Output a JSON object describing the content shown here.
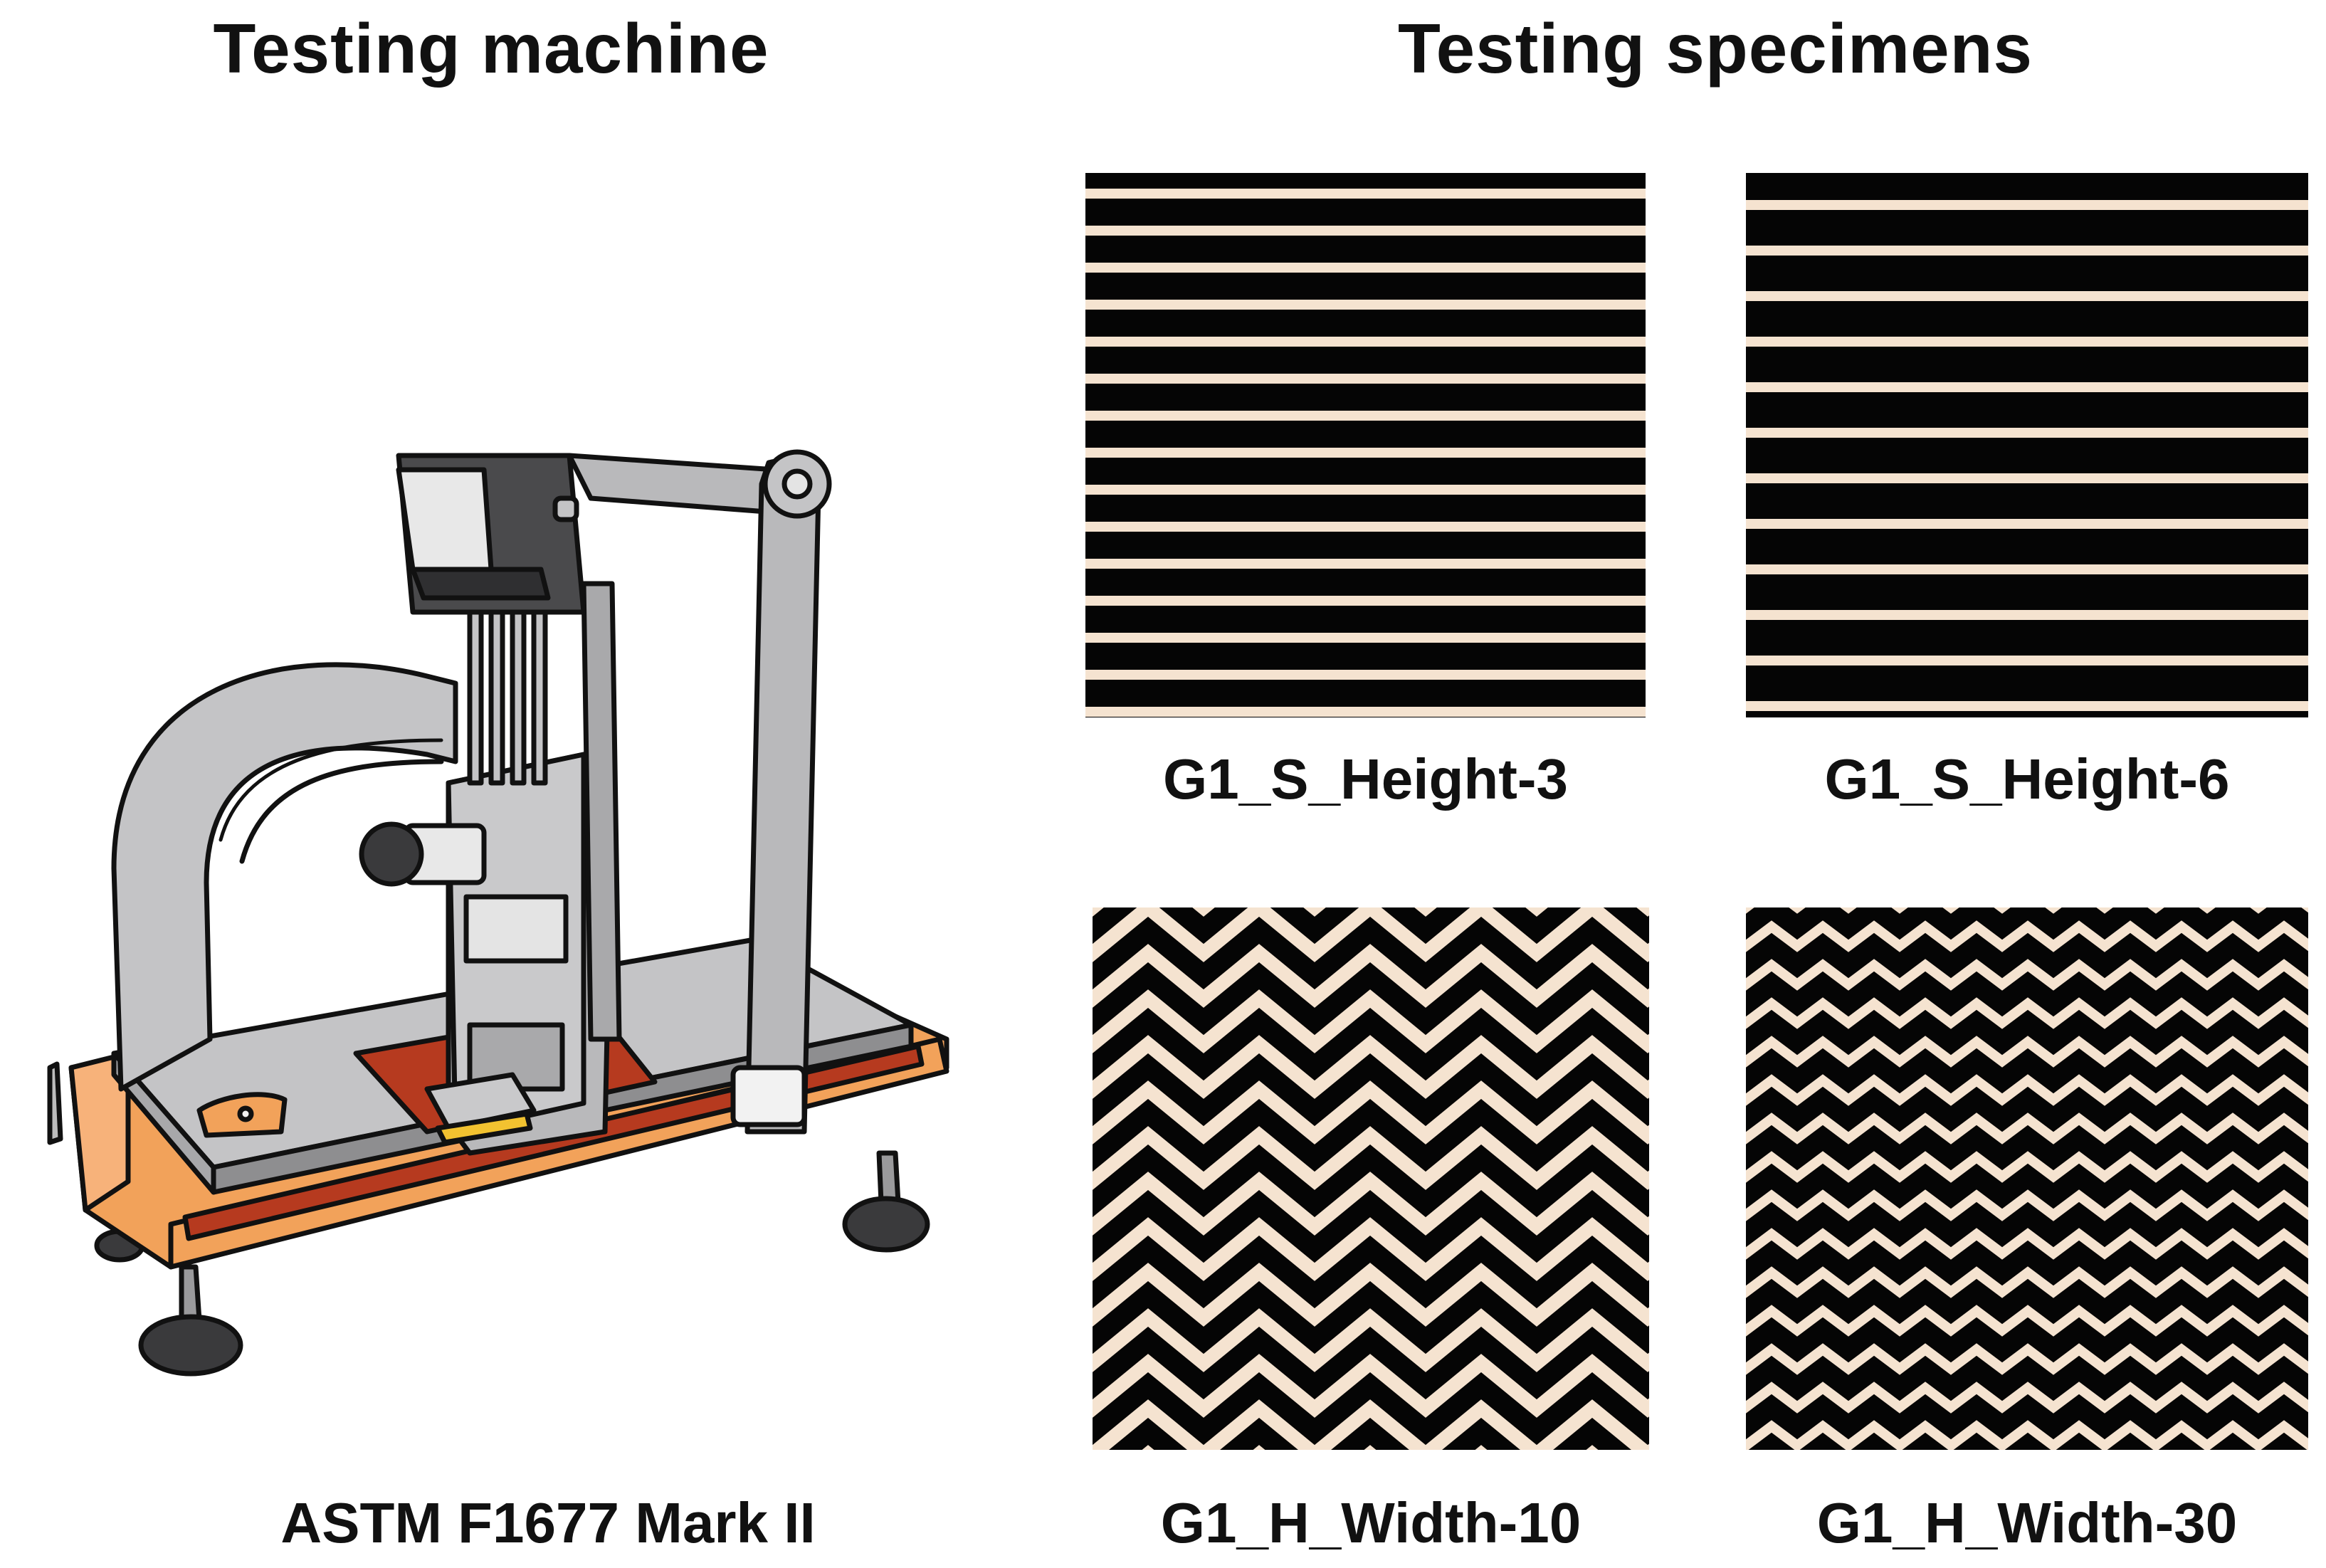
{
  "machine_panel": {
    "title": "Testing machine",
    "caption": "ASTM F1677 Mark II",
    "icon": "tribometer-illustration"
  },
  "specimens_panel": {
    "title": "Testing specimens",
    "items": [
      {
        "label": "G1_S_Height-3",
        "pattern": "horizontal-stripes"
      },
      {
        "label": "G1_S_Height-6",
        "pattern": "horizontal-stripes"
      },
      {
        "label": "G1_H_Width-10",
        "pattern": "chevron-zigzag"
      },
      {
        "label": "G1_H_Width-30",
        "pattern": "chevron-zigzag"
      }
    ]
  },
  "colors": {
    "stripe_dark": "#050505",
    "stripe_light": "#f5e3d0",
    "base_orange": "#f2a25a",
    "base_red": "#b63a1f",
    "machine_gray": "#c4c4c6",
    "dark_gray": "#4a4a4c",
    "outline": "#111111"
  }
}
